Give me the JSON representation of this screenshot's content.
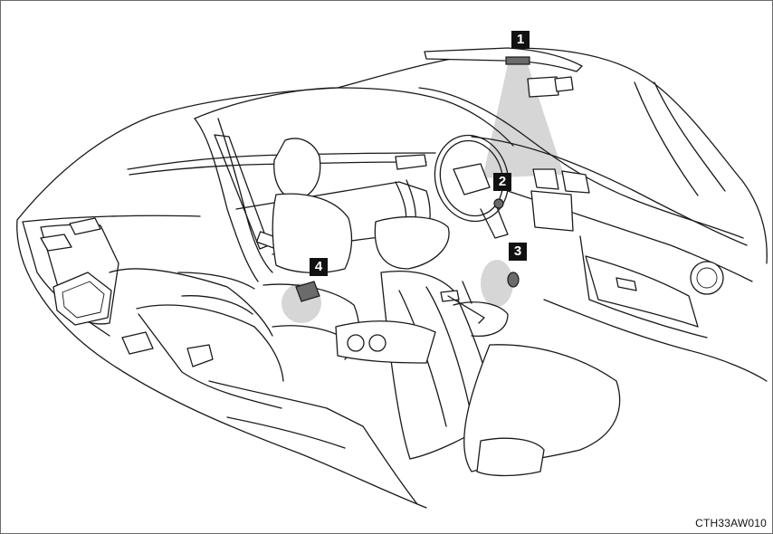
{
  "callouts": [
    {
      "label": "1",
      "target": "ceiling-light"
    },
    {
      "label": "2",
      "target": "ignition-light"
    },
    {
      "label": "3",
      "target": "footwell-light"
    },
    {
      "label": "4",
      "target": "passenger-footwell-light"
    }
  ],
  "figure_code": "CTH33AW010",
  "colors": {
    "badge": "#111111",
    "shade": "#d6d6d6",
    "line": "#1a1a1a"
  }
}
